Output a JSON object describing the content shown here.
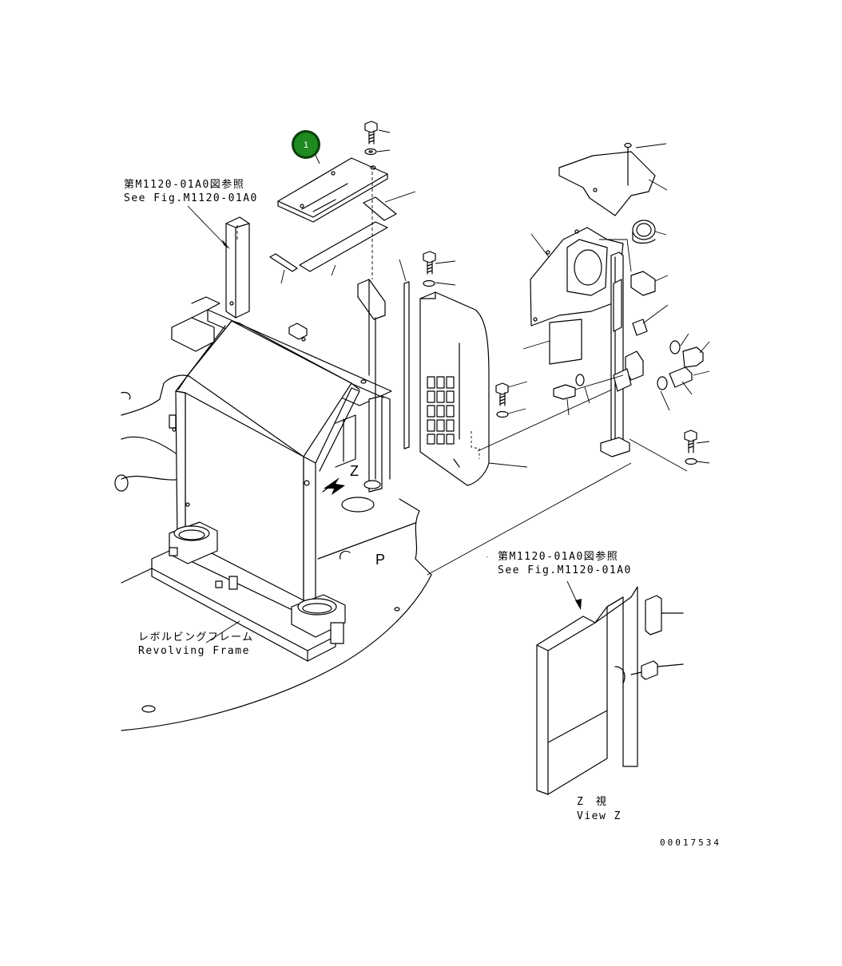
{
  "diagram": {
    "callout": {
      "number": "1",
      "color": "#1f8a1f",
      "ring_color": "#0b3d0b"
    },
    "refs": {
      "top_left_jp": "第M1120-01A0図参照",
      "top_left_en": "See Fig.M1120-01A0",
      "bottom_right_jp": "第M1120-01A0図参照",
      "bottom_right_en": "See Fig.M1120-01A0"
    },
    "frame_label": {
      "jp": "レボルビングフレーム",
      "en": "Revolving Frame"
    },
    "view_label": {
      "jp": "Z　視",
      "en": "View Z"
    },
    "view_marker": "Z",
    "floor_marker": "P",
    "drawing_number": "00017534"
  }
}
